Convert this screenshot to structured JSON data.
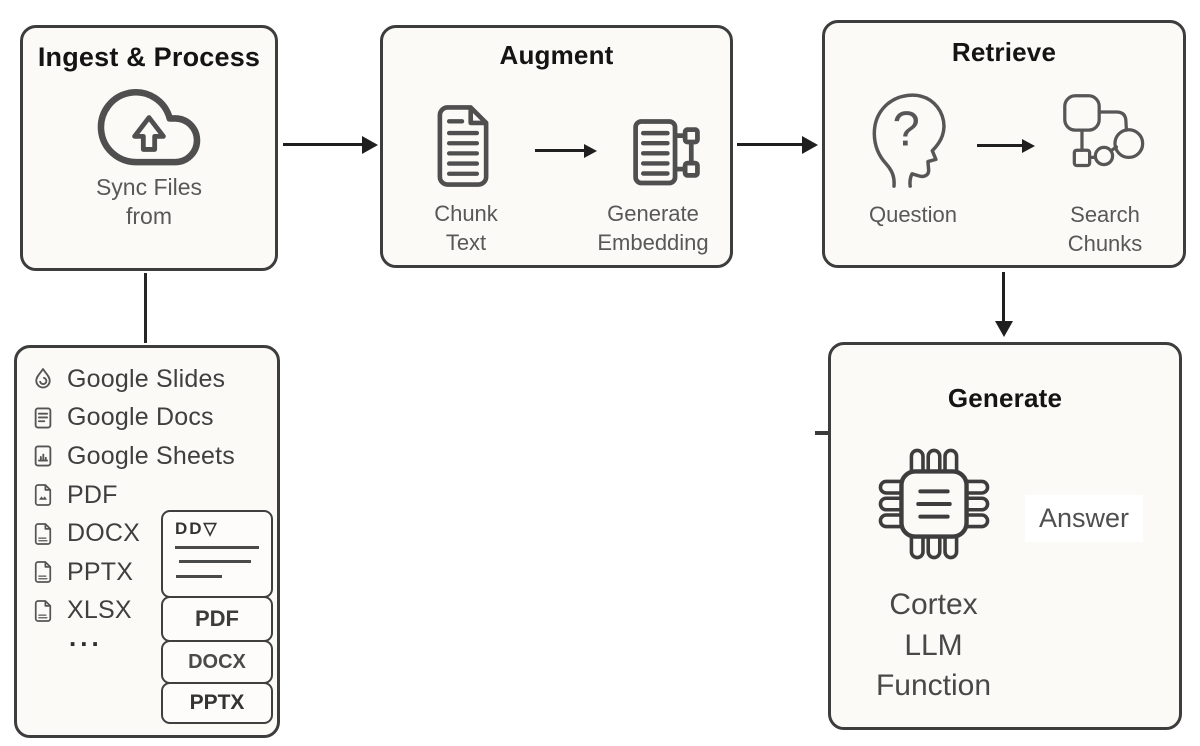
{
  "panels": {
    "ingest": {
      "title": "Ingest & Process",
      "caption_line1": "Sync Files",
      "caption_line2": "from"
    },
    "augment": {
      "title": "Augment",
      "step1_line1": "Chunk",
      "step1_line2": "Text",
      "step2_line1": "Generate",
      "step2_line2": "Embedding"
    },
    "retrieve": {
      "title": "Retrieve",
      "step1_label": "Question",
      "step2_line1": "Search",
      "step2_line2": "Chunks"
    },
    "generate": {
      "title": "Generate",
      "answer_label": "Answer",
      "function_line1": "Cortex",
      "function_line2": "LLM",
      "function_line3": "Function"
    }
  },
  "sources": {
    "items": [
      {
        "icon": "google-slides-icon",
        "label": "Google Slides"
      },
      {
        "icon": "google-docs-icon",
        "label": "Google Docs"
      },
      {
        "icon": "google-sheets-icon",
        "label": "Google Sheets"
      },
      {
        "icon": "pdf-file-icon",
        "label": "PDF"
      },
      {
        "icon": "docx-file-icon",
        "label": "DOCX"
      },
      {
        "icon": "pptx-file-icon",
        "label": "PPTX"
      },
      {
        "icon": "xlsx-file-icon",
        "label": "XLSX"
      }
    ],
    "more_label": "..."
  },
  "stack": {
    "preview_title": "DD▽",
    "cards": [
      {
        "label": "PDF"
      },
      {
        "label": "DOCX"
      },
      {
        "label": "PPTX"
      }
    ]
  },
  "icon_names": [
    "cloud-upload-icon",
    "document-text-icon",
    "embedding-nodes-icon",
    "question-head-icon",
    "chunks-graph-icon",
    "cpu-chip-icon",
    "google-slides-icon",
    "google-docs-icon",
    "google-sheets-icon",
    "pdf-file-icon",
    "docx-file-icon",
    "pptx-file-icon",
    "xlsx-file-icon"
  ],
  "colors": {
    "panel_bg": "#fbfaf7",
    "border": "#3d3d3d",
    "title": "#141414",
    "label": "#585858",
    "arrow": "#1f1f1f",
    "icon_stroke": "#4f4f4f"
  }
}
